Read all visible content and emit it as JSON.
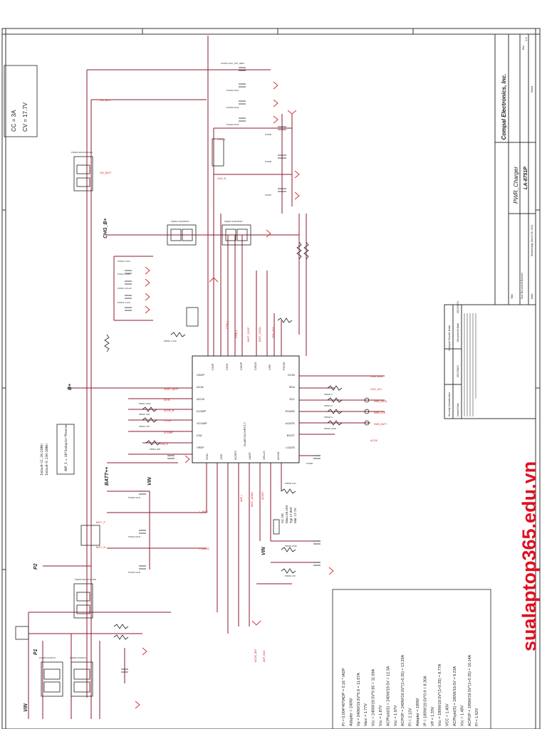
{
  "colors": {
    "wire": "#8b1a2b",
    "net_label": "#d4282a",
    "ink": "#222222",
    "frame": "#333333",
    "watermark": "#e01020"
  },
  "note_box": {
    "line1": "CC = 3A",
    "line2": "CV = 17.7V"
  },
  "adp_box": {
    "line1": "ADP_I = 40*Iadapter*Rsense",
    "line2": "Iada=0~12.2A(240W)",
    "line3": "Iada=0~9.23A(180W)"
  },
  "nets": {
    "chg_b_plus": "CHG_B+",
    "b_plus": "B+",
    "batt_plus_plus": "BATT++",
    "vin_mid": "VIN",
    "vin_lower": "VIN",
    "vin_left": "VIN",
    "p2": "P2",
    "p1": "P1"
  },
  "chip": {
    "part": "ISL88731CHRTZ-T",
    "pins_left": [
      "VDDP",
      "ACIN",
      "ACOK",
      "ICOMP",
      "VCOMP",
      "ICM",
      "VREF"
    ],
    "pins_right": [
      "DCIN",
      "SDA",
      "SCL",
      "PHASE",
      "UGATE",
      "BOOT",
      "LGATE"
    ],
    "pins_top": [
      "CSIP",
      "CSIN",
      "CSOP",
      "CSON",
      "VFB",
      "PGND"
    ],
    "pins_bottom": [
      "GND",
      "VDD",
      "ACSET",
      "VADP",
      "CELLS",
      "AGND"
    ]
  },
  "ac_ok_note": {
    "line1": "AC OK",
    "line2": "Max=18.15V",
    "line3": "Typ 17.95V",
    "line4": "Min: 17.7V"
  },
  "formulas": [
    "PI = 0.004*40*IADP = 0.16 * IADP",
    "Adapter = 240W",
    "Vp = 240W/19.5V*0.9 = 11.07A",
    "Vacc = 1.77V",
    "Vcc = 240W/19.5V*0.95 = 11.69A",
    "Vcc = 1.87V",
    "ACPhyst(S) = 240W/19.5V = 12.3A",
    "Vcc = 1.97V",
    "ACPOP = 240W/19.5V*(1+0.35) = 13.25A",
    "PI = 2.12V",
    "Adapter = 180W",
    "IP = 180W/19.5V*0.9 = 8.30A",
    "VP = 1.33V",
    "Vcc = 180W/19.5V*(1+0.35) = 8.77A",
    "VCC = 1.40V",
    "ACPhyst(S) = 180W/19.5V = 9.23A",
    "Vcc = 1.48V",
    "ACPOP = 180W/19.5V*(1+0.35) = 10.14A",
    "PI = 1.62V"
  ],
  "title_block": {
    "company": "Compal Electronics, Inc.",
    "title_label": "Title",
    "sheet_title": "PWR_Charger",
    "doc_label": "Size  Document Number",
    "doc_number": "LA-8751P",
    "date_label": "Date:",
    "date_value": "Wednesday, March 26, 2014",
    "sheet_label": "Sheet",
    "rev_label": "Rev",
    "rev_value": "1.0",
    "security_label": "Security Classification",
    "security_value": "Compal Secret Data",
    "issued_label": "Issued Date",
    "issued_value": "2012/08/11",
    "deciphered_label": "Deciphered Date",
    "deciphered_value": "2012/08/11"
  },
  "watermark": "sualaptop365.edu.vn"
}
